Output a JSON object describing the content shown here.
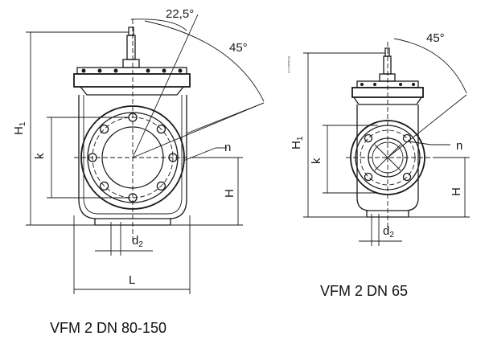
{
  "left": {
    "angle_small": "22,5°",
    "angle_large": "45°",
    "label_h1": "H",
    "label_h1_sub": "1",
    "label_k": "k",
    "label_h": "H",
    "label_n": "n",
    "label_d2": "d",
    "label_d2_sub": "2",
    "label_l": "L",
    "caption": "VFM 2 DN 80-150"
  },
  "right": {
    "angle_large": "45°",
    "label_h1": "H",
    "label_h1_sub": "1",
    "label_k": "k",
    "label_h": "H",
    "label_n": "n",
    "label_d2": "d",
    "label_d2_sub": "2",
    "caption": "VFM 2 DN 65"
  },
  "drawing_code": "633AA0.0.0"
}
